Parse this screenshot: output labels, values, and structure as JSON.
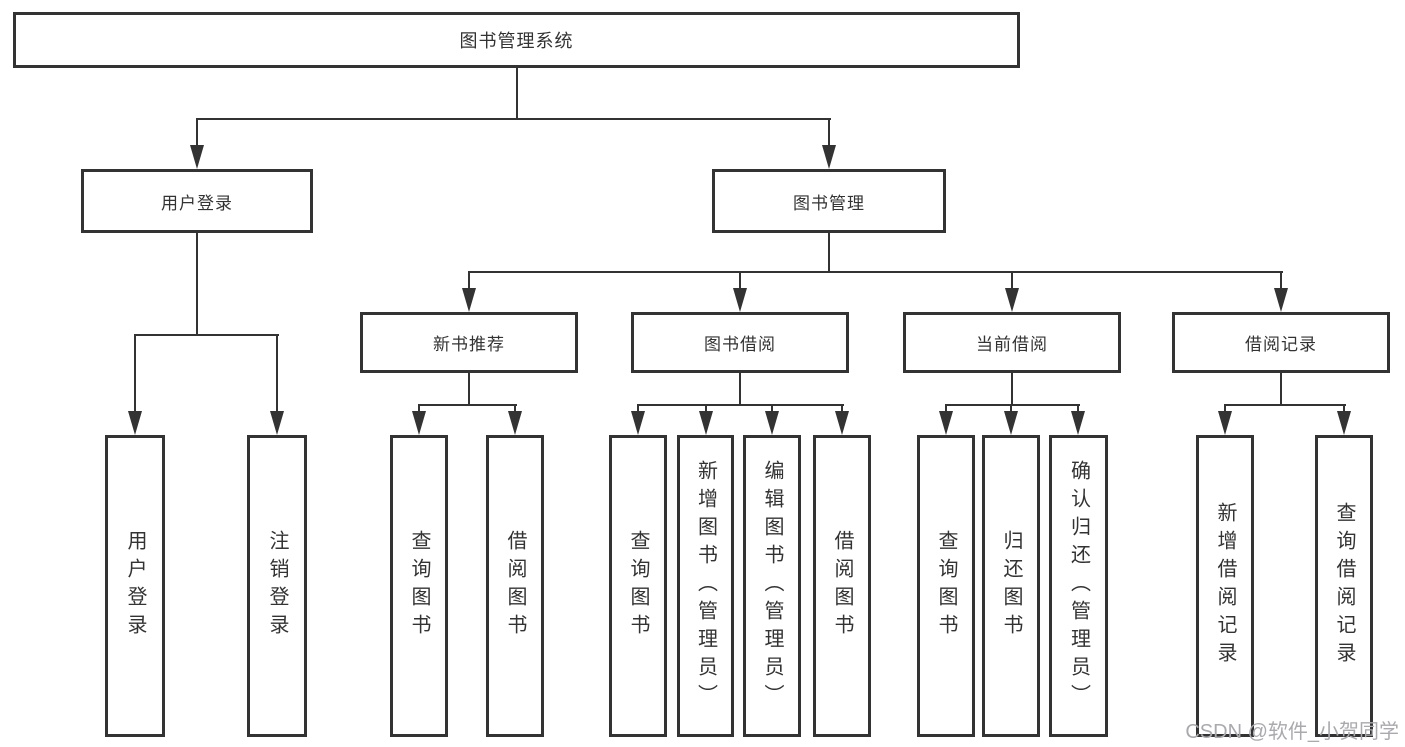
{
  "diagram": {
    "root": {
      "label": "图书管理系统"
    },
    "level2": [
      {
        "id": "user-login",
        "label": "用户登录"
      },
      {
        "id": "book-management",
        "label": "图书管理"
      }
    ],
    "level3": [
      {
        "id": "new-book-recommend",
        "parent": "图书管理",
        "label": "新书推荐"
      },
      {
        "id": "book-borrow",
        "parent": "图书管理",
        "label": "图书借阅"
      },
      {
        "id": "current-borrow",
        "parent": "图书管理",
        "label": "当前借阅"
      },
      {
        "id": "borrow-record",
        "parent": "图书管理",
        "label": "借阅记录"
      }
    ],
    "leaves": [
      {
        "parent": "用户登录",
        "label": "用户登录"
      },
      {
        "parent": "用户登录",
        "label": "注销登录"
      },
      {
        "parent": "新书推荐",
        "label": "查询图书"
      },
      {
        "parent": "新书推荐",
        "label": "借阅图书"
      },
      {
        "parent": "图书借阅",
        "label": "查询图书"
      },
      {
        "parent": "图书借阅",
        "label": "新增图书（管理员）"
      },
      {
        "parent": "图书借阅",
        "label": "编辑图书（管理员）"
      },
      {
        "parent": "图书借阅",
        "label": "借阅图书"
      },
      {
        "parent": "当前借阅",
        "label": "查询图书"
      },
      {
        "parent": "当前借阅",
        "label": "归还图书"
      },
      {
        "parent": "当前借阅",
        "label": "确认归还（管理员）"
      },
      {
        "parent": "借阅记录",
        "label": "新增借阅记录"
      },
      {
        "parent": "借阅记录",
        "label": "查询借阅记录"
      }
    ]
  },
  "watermark": {
    "text": "CSDN @软件_小贺同学"
  },
  "colors": {
    "line": "#333333",
    "text": "#333333",
    "watermark": "#a9a9af",
    "background": "#ffffff"
  }
}
